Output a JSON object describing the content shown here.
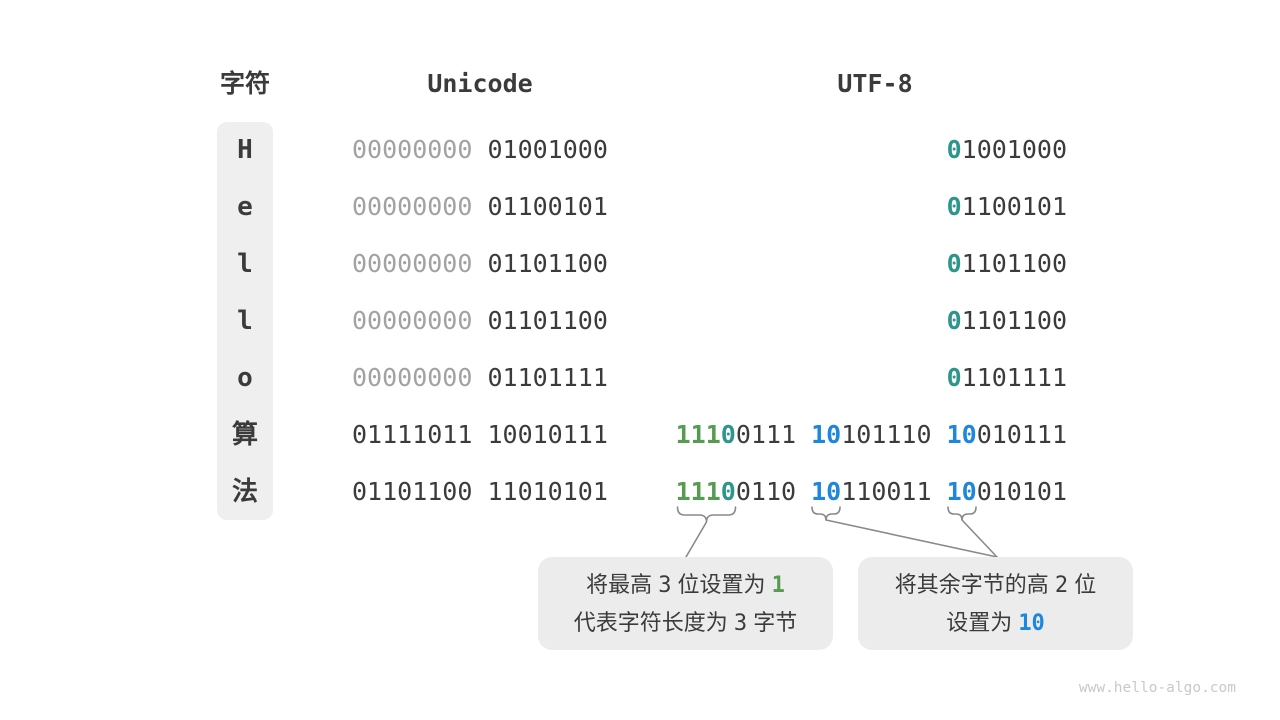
{
  "header": {
    "char": "字符",
    "unicode": "Unicode",
    "utf8": "UTF-8"
  },
  "rows": [
    {
      "char": "H",
      "unicode": [
        {
          "t": "00000000",
          "s": "muted"
        },
        {
          "t": " 01001000",
          "s": "dark"
        }
      ],
      "utf8": [
        {
          "t": "0",
          "s": "teal"
        },
        {
          "t": "1001000",
          "s": "dark"
        }
      ]
    },
    {
      "char": "e",
      "unicode": [
        {
          "t": "00000000",
          "s": "muted"
        },
        {
          "t": " 01100101",
          "s": "dark"
        }
      ],
      "utf8": [
        {
          "t": "0",
          "s": "teal"
        },
        {
          "t": "1100101",
          "s": "dark"
        }
      ]
    },
    {
      "char": "l",
      "unicode": [
        {
          "t": "00000000",
          "s": "muted"
        },
        {
          "t": " 01101100",
          "s": "dark"
        }
      ],
      "utf8": [
        {
          "t": "0",
          "s": "teal"
        },
        {
          "t": "1101100",
          "s": "dark"
        }
      ]
    },
    {
      "char": "l",
      "unicode": [
        {
          "t": "00000000",
          "s": "muted"
        },
        {
          "t": " 01101100",
          "s": "dark"
        }
      ],
      "utf8": [
        {
          "t": "0",
          "s": "teal"
        },
        {
          "t": "1101100",
          "s": "dark"
        }
      ]
    },
    {
      "char": "o",
      "unicode": [
        {
          "t": "00000000",
          "s": "muted"
        },
        {
          "t": " 01101111",
          "s": "dark"
        }
      ],
      "utf8": [
        {
          "t": "0",
          "s": "teal"
        },
        {
          "t": "1101111",
          "s": "dark"
        }
      ]
    },
    {
      "char": "算",
      "unicode": [
        {
          "t": "01111011 10010111",
          "s": "dark"
        }
      ],
      "utf8": [
        {
          "t": "111",
          "s": "green"
        },
        {
          "t": "0",
          "s": "teal"
        },
        {
          "t": "0111 ",
          "s": "dark"
        },
        {
          "t": "10",
          "s": "blue"
        },
        {
          "t": "101110 ",
          "s": "dark"
        },
        {
          "t": "10",
          "s": "blue"
        },
        {
          "t": "010111",
          "s": "dark"
        }
      ]
    },
    {
      "char": "法",
      "unicode": [
        {
          "t": "01101100 11010101",
          "s": "dark"
        }
      ],
      "utf8": [
        {
          "t": "111",
          "s": "green"
        },
        {
          "t": "0",
          "s": "teal"
        },
        {
          "t": "0110 ",
          "s": "dark"
        },
        {
          "t": "10",
          "s": "blue"
        },
        {
          "t": "110011 ",
          "s": "dark"
        },
        {
          "t": "10",
          "s": "blue"
        },
        {
          "t": "010101",
          "s": "dark"
        }
      ]
    }
  ],
  "callouts": [
    {
      "lines": [
        [
          {
            "t": "将最高 ",
            "s": "plain"
          },
          {
            "t": "3",
            "s": "num"
          },
          {
            "t": " 位设置为 ",
            "s": "plain"
          },
          {
            "t": "1",
            "s": "green"
          }
        ],
        [
          {
            "t": "代表字符长度为 ",
            "s": "plain"
          },
          {
            "t": "3",
            "s": "num"
          },
          {
            "t": " 字节",
            "s": "plain"
          }
        ]
      ]
    },
    {
      "lines": [
        [
          {
            "t": "将其余字节的高 ",
            "s": "plain"
          },
          {
            "t": "2",
            "s": "num"
          },
          {
            "t": " 位",
            "s": "plain"
          }
        ],
        [
          {
            "t": "设置为 ",
            "s": "plain"
          },
          {
            "t": "10",
            "s": "blue"
          }
        ]
      ]
    }
  ],
  "watermark": "www.hello-algo.com",
  "colors": {
    "green": "#559b50",
    "teal": "#2d968c",
    "blue": "#1e87dc",
    "muted": "#a2a2a2",
    "dark": "#3b3b3b",
    "column_bg": "#efeff0",
    "callout_bg": "#ececec",
    "connector": "#8a8a8a"
  }
}
